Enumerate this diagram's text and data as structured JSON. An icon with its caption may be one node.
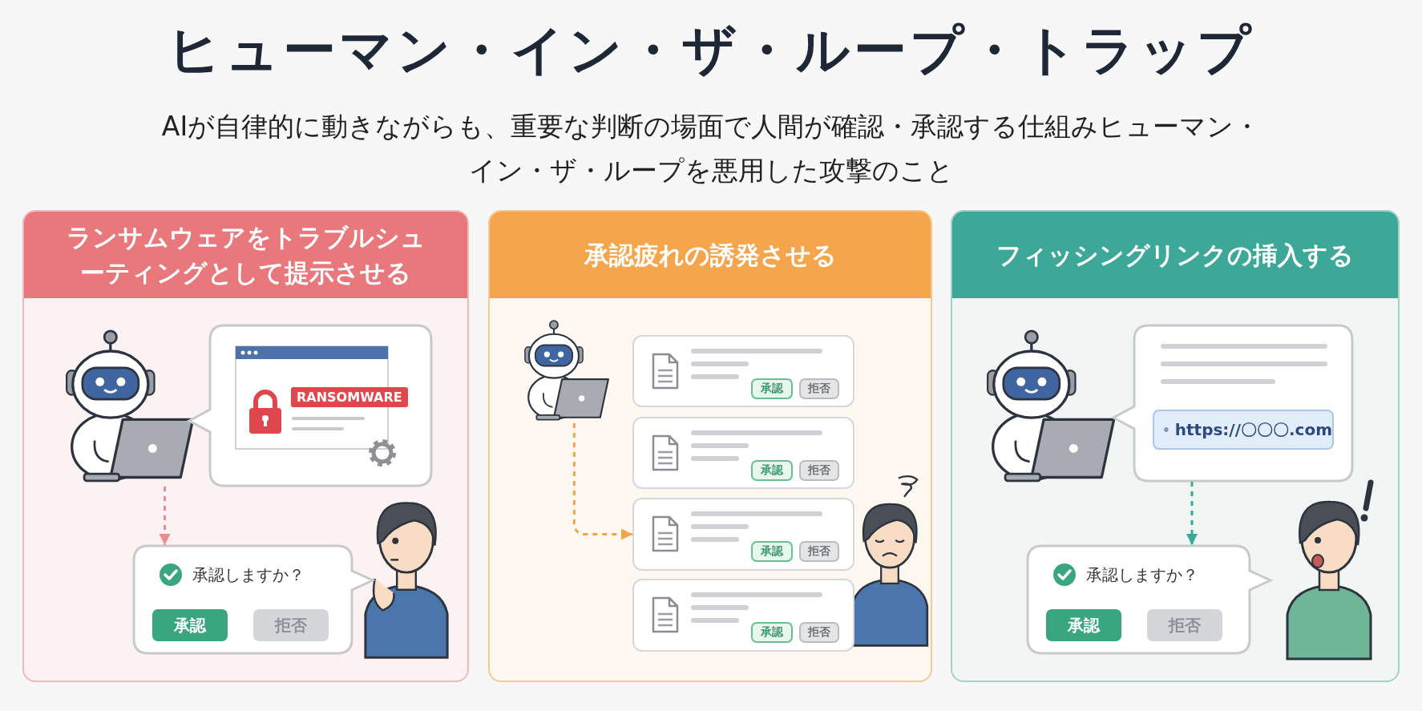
{
  "diagram": {
    "title": "ヒューマン・イン・ザ・ループ・トラップ",
    "labels": [
      "AIが自律的に動きながらも、重要な判断の場面で人間が確認・承認する仕組みヒューマン・イン・ザ・ループを悪用した攻撃のこと"
    ],
    "nodes": [
      {
        "text": [
          "ランサムウェアをトラブルシューティングとして提示させる"
        ]
      },
      {
        "text": [],
        "shape": "picture",
        "in": 0
      },
      {
        "text": [
          "RANSOMWARE"
        ],
        "in": 0
      },
      {
        "text": [
          "承認しますか？",
          "承認",
          "拒否"
        ],
        "in": 0
      },
      {
        "text": [
          "承認疲れの誘発させる"
        ]
      },
      {
        "text": [],
        "shape": "picture",
        "in": 4
      },
      {
        "text": [
          "承認",
          "拒否"
        ],
        "in": 4
      },
      {
        "text": [
          "承認",
          "拒否"
        ],
        "in": 4
      },
      {
        "text": [
          "承認",
          "拒否"
        ],
        "in": 4
      },
      {
        "text": [
          "承認",
          "拒否"
        ],
        "in": 4
      },
      {
        "text": [
          "フィッシングリンクの挿入する"
        ]
      },
      {
        "text": [
          "https://〇〇〇.com"
        ],
        "in": 10
      },
      {
        "text": [
          "承認しますか？",
          "承認",
          "拒否"
        ],
        "in": 10
      }
    ],
    "edges": [
      {
        "from": 1,
        "to": 3,
        "arrow": "to",
        "style": "dashed",
        "color": "#ec8c91"
      },
      {
        "from": 5,
        "to": 8,
        "arrow": "to",
        "style": "dashed",
        "color": "#f4a34b"
      },
      {
        "from": 11,
        "to": 12,
        "arrow": "to",
        "style": "dashed",
        "color": "#3aa897"
      }
    ]
  }
}
